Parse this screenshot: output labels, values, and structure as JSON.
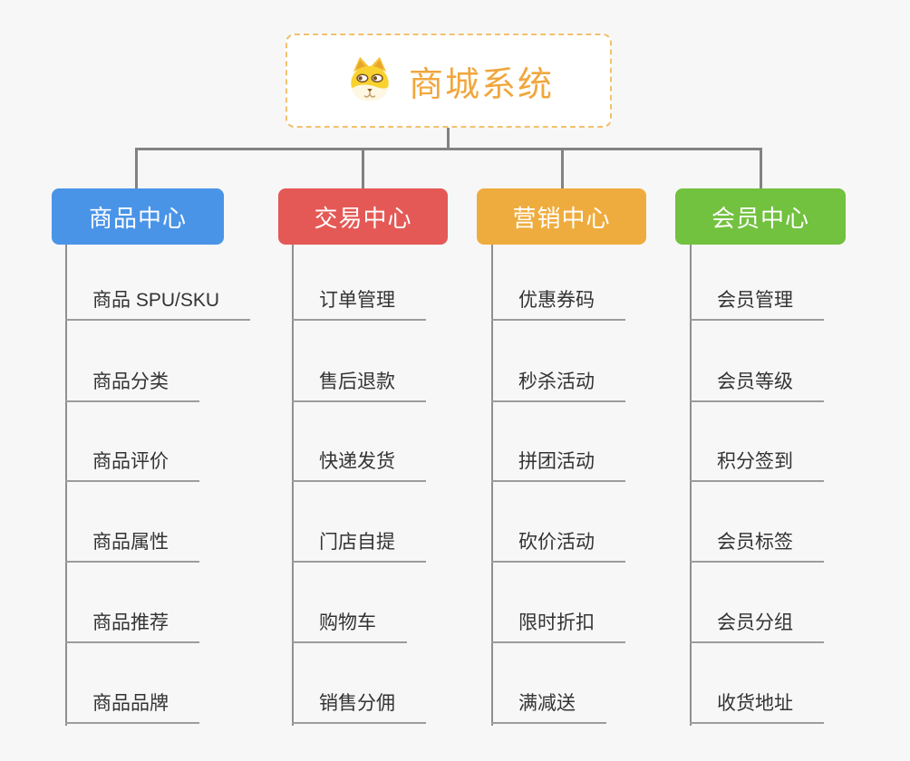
{
  "root": {
    "title": "商城系统",
    "icon": "dog-face-icon",
    "text_color": "#f0a73d",
    "border_color": "#f3c06e",
    "background": "#ffffff"
  },
  "branches": [
    {
      "label": "商品中心",
      "color": "#4a94e8",
      "children": [
        "商品 SPU/SKU",
        "商品分类",
        "商品评价",
        "商品属性",
        "商品推荐",
        "商品品牌"
      ]
    },
    {
      "label": "交易中心",
      "color": "#e45956",
      "children": [
        "订单管理",
        "售后退款",
        "快递发货",
        "门店自提",
        "购物车",
        "销售分佣"
      ]
    },
    {
      "label": "营销中心",
      "color": "#efac3e",
      "children": [
        "优惠券码",
        "秒杀活动",
        "拼团活动",
        "砍价活动",
        "限时折扣",
        "满减送"
      ]
    },
    {
      "label": "会员中心",
      "color": "#72c13f",
      "children": [
        "会员管理",
        "会员等级",
        "积分签到",
        "会员标签",
        "会员分组",
        "收货地址"
      ]
    }
  ],
  "connector_color": "#828282",
  "underline_color": "#9c9c9c",
  "page_background": "#f7f7f7"
}
